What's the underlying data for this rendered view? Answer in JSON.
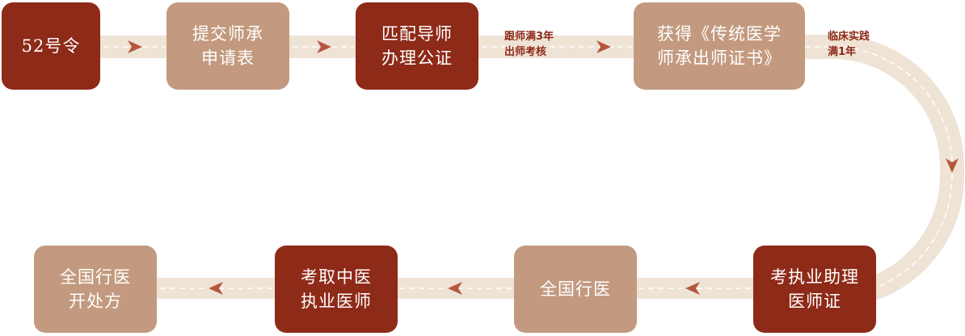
{
  "colors": {
    "dark_box": "#8e2a18",
    "light_box": "#c39a7f",
    "connector": "#efe3d6",
    "arrow": "#b5573e",
    "note_text": "#8e2a18"
  },
  "steps": {
    "order52": "52号令",
    "submit_line1": "提交师承",
    "submit_line2": "申请表",
    "match_line1": "匹配导师",
    "match_line2": "办理公证",
    "cert_line1": "获得《传统医学",
    "cert_line2": "师承出师证书》",
    "assistant_exam_line1": "考执业助理",
    "assistant_exam_line2": "医师证",
    "national_practice": "全国行医",
    "physician_exam_line1": "考取中医",
    "physician_exam_line2": "执业医师",
    "prescribe_line1": "全国行医",
    "prescribe_line2": "开处方"
  },
  "notes": {
    "mentorship_line1": "跟师满3年",
    "mentorship_line2": "出师考核",
    "clinical_line1": "临床实践",
    "clinical_line2": "满1年"
  }
}
